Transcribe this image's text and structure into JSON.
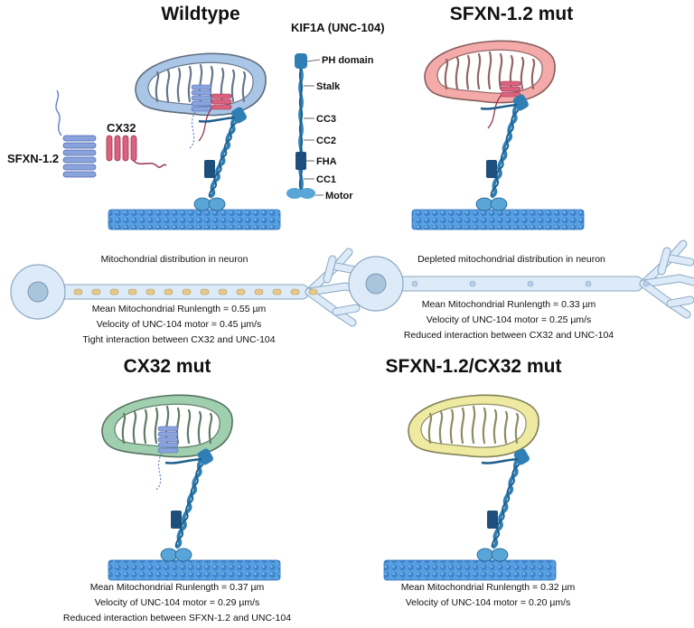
{
  "panels": {
    "wildtype": {
      "title": "Wildtype",
      "mito_fill": "#aac6e6",
      "caption_top": "Mitochondrial distribution in neuron",
      "stats": [
        "Mean Mitochondrial Runlength = 0.55 µm",
        "Velocity of UNC-104 motor = 0.45 µm/s",
        "Tight interaction between CX32 and UNC-104"
      ]
    },
    "sfxn_mut": {
      "title": "SFXN-1.2 mut",
      "mito_fill": "#f4aaa8",
      "caption_top": "Depleted mitochondrial distribution in neuron",
      "stats": [
        "Mean Mitochondrial Runlength = 0.33 µm",
        "Velocity of UNC-104 motor = 0.25 µm/s",
        "Reduced interaction between CX32 and UNC-104"
      ]
    },
    "cx32_mut": {
      "title": "CX32 mut",
      "mito_fill": "#9fcfae",
      "stats": [
        "Mean Mitochondrial Runlength = 0.37 µm",
        "Velocity of UNC-104 motor = 0.29 µm/s",
        "Reduced interaction between SFXN-1.2 and UNC-104"
      ]
    },
    "double_mut": {
      "title": "SFXN-1.2/CX32 mut",
      "mito_fill": "#eeeaa2",
      "stats": [
        "Mean Mitochondrial Runlength = 0.32 µm",
        "Velocity of UNC-104 motor = 0.20 µm/s"
      ]
    }
  },
  "proteins": {
    "sfxn": "SFXN-1.2",
    "cx32": "CX32"
  },
  "kinesin": {
    "title": "KIF1A (UNC-104)",
    "domains": [
      "PH domain",
      "Stalk",
      "CC3",
      "CC2",
      "FHA",
      "CC1",
      "Motor"
    ]
  },
  "colors": {
    "motor": "#2f7fb5",
    "motor_dark": "#1d5f8c",
    "microtubule": "#4a90d9",
    "membrane_protein": "#6b86c9",
    "cx32": "#c44a6a",
    "neuron": "#dcebf7"
  }
}
